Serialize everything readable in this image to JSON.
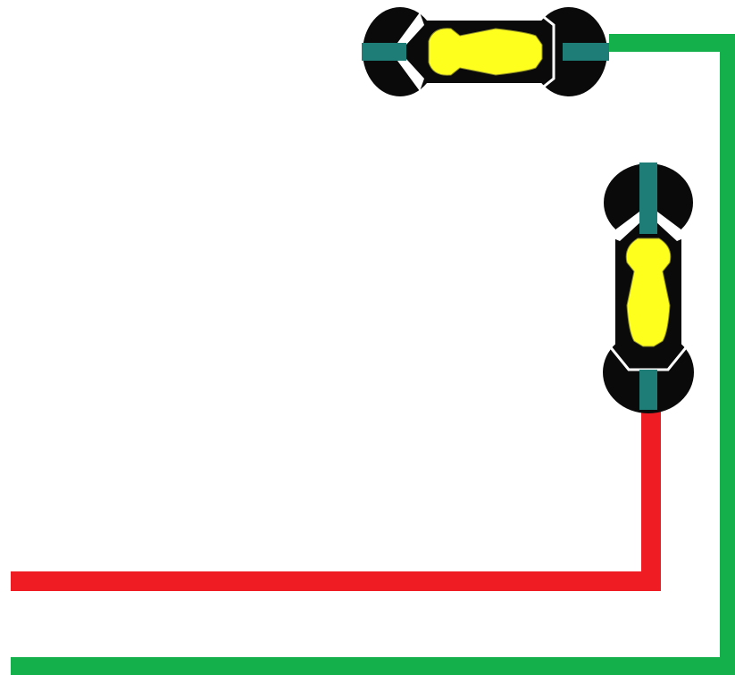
{
  "diagram": {
    "background": "#ffffff",
    "paths": [
      {
        "id": "green-path",
        "color": "#14b04c"
      },
      {
        "id": "red-path",
        "color": "#ef1c24"
      }
    ],
    "vehicles": [
      {
        "id": "car-top",
        "heading": "left",
        "body_color": "#0a0a0a",
        "accent_color": "#ffff1e",
        "glass_color": "#1f7d78",
        "trim_color": "#ffffff"
      },
      {
        "id": "car-right",
        "heading": "up",
        "body_color": "#0a0a0a",
        "accent_color": "#ffff1e",
        "glass_color": "#1f7d78",
        "trim_color": "#ffffff"
      }
    ]
  }
}
